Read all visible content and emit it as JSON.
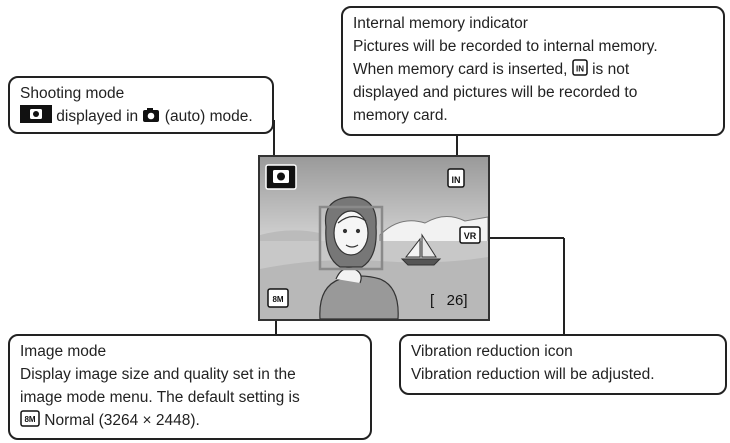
{
  "shooting_mode": {
    "title": "Shooting mode",
    "desc_suffix": " displayed in ",
    "desc_end": " (auto) mode."
  },
  "internal_memory": {
    "title": "Internal memory indicator",
    "line1": "Pictures will be recorded to internal memory.",
    "line2_before": "When memory card is inserted, ",
    "line2_after": " is not",
    "line3": "displayed and pictures will be recorded to",
    "line4": "memory card."
  },
  "image_mode": {
    "title": "Image mode",
    "line1": "Display image size and quality set in the",
    "line2": "image mode menu. The default setting is",
    "line3_after": " Normal (3264 × 2448)."
  },
  "vibration_reduction": {
    "title": "Vibration reduction icon",
    "line1": "Vibration reduction will be adjusted."
  },
  "screen": {
    "exposures": "[   26]",
    "image_mode_icon": "8M",
    "memory_icon": "IN",
    "vr_icon": "VR"
  },
  "icons": [
    "camera-auto-icon",
    "internal-memory-icon",
    "vibration-reduction-icon",
    "image-mode-icon"
  ]
}
